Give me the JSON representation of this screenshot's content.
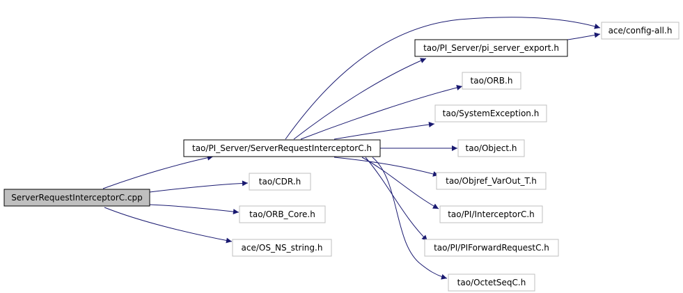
{
  "diagram": {
    "nodes": [
      {
        "id": "src",
        "label": "ServerRequestInterceptorC.cpp",
        "style": "root"
      },
      {
        "id": "sric_h",
        "label": "tao/PI_Server/ServerRequestInterceptorC.h",
        "style": "documented"
      },
      {
        "id": "pi_export",
        "label": "tao/PI_Server/pi_server_export.h",
        "style": "documented"
      },
      {
        "id": "config_all",
        "label": "ace/config-all.h",
        "style": "external"
      },
      {
        "id": "orb_h",
        "label": "tao/ORB.h",
        "style": "external"
      },
      {
        "id": "sysexc",
        "label": "tao/SystemException.h",
        "style": "external"
      },
      {
        "id": "object_h",
        "label": "tao/Object.h",
        "style": "external"
      },
      {
        "id": "objref",
        "label": "tao/Objref_VarOut_T.h",
        "style": "external"
      },
      {
        "id": "interceptorc",
        "label": "tao/PI/InterceptorC.h",
        "style": "external"
      },
      {
        "id": "piforward",
        "label": "tao/PI/PIForwardRequestC.h",
        "style": "external"
      },
      {
        "id": "octetseq",
        "label": "tao/OctetSeqC.h",
        "style": "external"
      },
      {
        "id": "cdr_h",
        "label": "tao/CDR.h",
        "style": "external"
      },
      {
        "id": "orb_core",
        "label": "tao/ORB_Core.h",
        "style": "external"
      },
      {
        "id": "os_ns_string",
        "label": "ace/OS_NS_string.h",
        "style": "external"
      }
    ],
    "edges": [
      {
        "from": "src",
        "to": "sric_h"
      },
      {
        "from": "src",
        "to": "cdr_h"
      },
      {
        "from": "src",
        "to": "orb_core"
      },
      {
        "from": "src",
        "to": "os_ns_string"
      },
      {
        "from": "sric_h",
        "to": "pi_export"
      },
      {
        "from": "sric_h",
        "to": "config_all"
      },
      {
        "from": "sric_h",
        "to": "orb_h"
      },
      {
        "from": "sric_h",
        "to": "sysexc"
      },
      {
        "from": "sric_h",
        "to": "object_h"
      },
      {
        "from": "sric_h",
        "to": "objref"
      },
      {
        "from": "sric_h",
        "to": "interceptorc"
      },
      {
        "from": "sric_h",
        "to": "piforward"
      },
      {
        "from": "sric_h",
        "to": "octetseq"
      },
      {
        "from": "pi_export",
        "to": "config_all"
      }
    ],
    "colors": {
      "edge": "#191970",
      "root_fill": "#bfbfbf",
      "root_border": "#000000",
      "documented_border": "#000000",
      "external_border": "#bfbfbf",
      "fill": "#ffffff"
    }
  }
}
